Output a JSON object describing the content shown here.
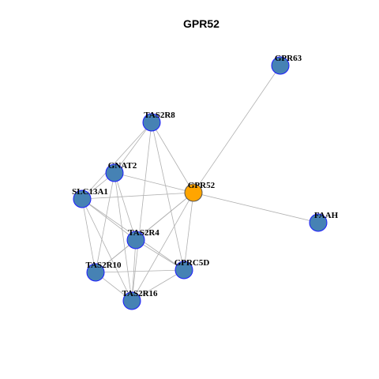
{
  "title": "GPR52",
  "colors": {
    "background": "#ffffff",
    "edge": "#b0b0b0",
    "node_fill": "#4682b4",
    "node_stroke": "#1c1cff",
    "center_fill": "#ffa500",
    "center_stroke": "#555555",
    "label": "#000000"
  },
  "nodes": [
    {
      "id": "GPR63",
      "label": "GPR63",
      "center": false
    },
    {
      "id": "TAS2R8",
      "label": "TAS2R8",
      "center": false
    },
    {
      "id": "GNAT2",
      "label": "GNAT2",
      "center": false
    },
    {
      "id": "GPR52",
      "label": "GPR52",
      "center": true
    },
    {
      "id": "SLC13A1",
      "label": "SLC13A1",
      "center": false
    },
    {
      "id": "FAAH",
      "label": "FAAH",
      "center": false
    },
    {
      "id": "TAS2R4",
      "label": "TAS2R4",
      "center": false
    },
    {
      "id": "GPRC5D",
      "label": "GPRC5D",
      "center": false
    },
    {
      "id": "TAS2R10",
      "label": "TAS2R10",
      "center": false
    },
    {
      "id": "TAS2R16",
      "label": "TAS2R16",
      "center": false
    }
  ],
  "edges": [
    [
      "GPR52",
      "GPR63"
    ],
    [
      "GPR52",
      "FAAH"
    ],
    [
      "GPR52",
      "TAS2R8"
    ],
    [
      "GPR52",
      "GNAT2"
    ],
    [
      "GPR52",
      "SLC13A1"
    ],
    [
      "GPR52",
      "TAS2R4"
    ],
    [
      "GPR52",
      "TAS2R10"
    ],
    [
      "GPR52",
      "TAS2R16"
    ],
    [
      "GPR52",
      "GPRC5D"
    ],
    [
      "TAS2R8",
      "GNAT2"
    ],
    [
      "TAS2R8",
      "SLC13A1"
    ],
    [
      "TAS2R8",
      "GPRC5D"
    ],
    [
      "TAS2R8",
      "TAS2R16"
    ],
    [
      "GNAT2",
      "SLC13A1"
    ],
    [
      "GNAT2",
      "TAS2R4"
    ],
    [
      "GNAT2",
      "TAS2R10"
    ],
    [
      "GNAT2",
      "TAS2R16"
    ],
    [
      "SLC13A1",
      "TAS2R4"
    ],
    [
      "SLC13A1",
      "TAS2R10"
    ],
    [
      "SLC13A1",
      "TAS2R16"
    ],
    [
      "SLC13A1",
      "GPRC5D"
    ],
    [
      "TAS2R4",
      "TAS2R10"
    ],
    [
      "TAS2R4",
      "TAS2R16"
    ],
    [
      "TAS2R4",
      "GPRC5D"
    ],
    [
      "TAS2R10",
      "TAS2R16"
    ],
    [
      "TAS2R10",
      "GPRC5D"
    ],
    [
      "TAS2R16",
      "GPRC5D"
    ]
  ]
}
